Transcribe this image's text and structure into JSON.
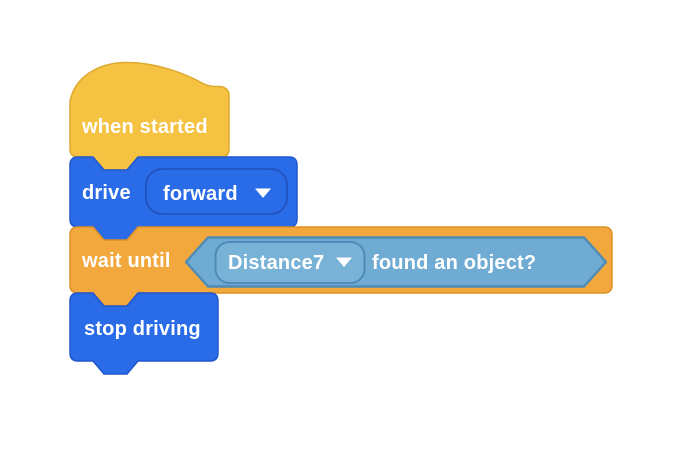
{
  "canvas": {
    "background": "#ffffff"
  },
  "colors": {
    "text": "#ffffff",
    "hat_fill": "#f5c242",
    "hat_stroke": "#dda930",
    "blue_fill": "#2a6be8",
    "blue_stroke": "#2157ce",
    "orange_fill": "#f2a83c",
    "orange_stroke": "#dd9126",
    "hex_fill": "#6fabd2",
    "hex_stroke": "#4e8bb5",
    "field_fill": "#78b2d7",
    "field_stroke": "#4e8bb5",
    "dropdown_stroke": "#2053c0",
    "dropdown_arrow": "#ffffff"
  },
  "blocks": {
    "when_started": {
      "label": "when started"
    },
    "drive": {
      "label": "drive",
      "direction": "forward"
    },
    "wait_until": {
      "label": "wait until",
      "sensor": "Distance7",
      "condition": "found an object?"
    },
    "stop_driving": {
      "label": "stop driving"
    }
  }
}
